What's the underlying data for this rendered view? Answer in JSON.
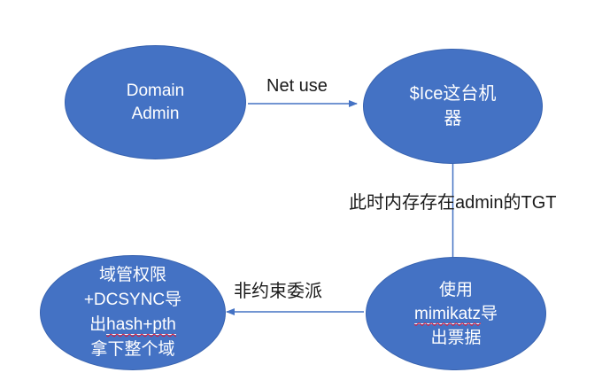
{
  "colors": {
    "shape_fill": "#4472c4",
    "shape_border": "#3863b0",
    "connector": "#4472c4",
    "node_text": "#ffffff",
    "label_text": "#1a1a1a",
    "squiggle": "#e8112d"
  },
  "nodes": {
    "domain_admin": {
      "line1": "Domain",
      "line2": "Admin"
    },
    "ice_machine": {
      "line1": "$Ice这台机",
      "line2": "器"
    },
    "mimikatz_export": {
      "line1": "使用",
      "line2_word": "mimikatz",
      "line2_rest": "导",
      "line3": "出票据"
    },
    "domain_takeover": {
      "line1": "域管权限",
      "line2": "+DCSYNC导",
      "line3_prefix": "出",
      "line3_word": "hash+pth",
      "line4": "拿下整个域"
    }
  },
  "edges": {
    "net_use": {
      "label": "Net use"
    },
    "tgt_memory": {
      "label": "此时内存存在admin的TGT"
    },
    "unconstrained_delegation": {
      "label": "非约束委派"
    }
  }
}
